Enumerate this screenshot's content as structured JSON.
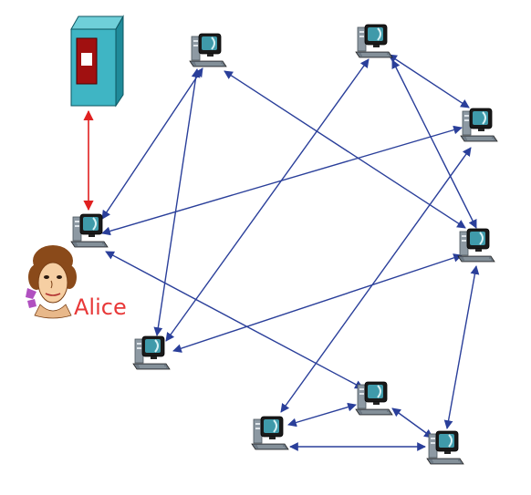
{
  "labels": {
    "alice": "Alice"
  },
  "colors": {
    "link": "#2a3f9a",
    "server_link": "#e02020",
    "alice_text": "#e83838",
    "server_face": "#3fb5c4",
    "server_side": "#1f8a99",
    "server_slot": "#a01010",
    "monitor": "#1a1a1a",
    "tower": "#8d99a3"
  },
  "nodes": [
    "peer-top-left",
    "peer-top-middle",
    "peer-right-upper",
    "peer-alice",
    "peer-right-middle",
    "peer-left-lower",
    "peer-bottom-center",
    "peer-bottom-left",
    "peer-bottom-right"
  ],
  "icons": [
    "server-icon",
    "computer-icon",
    "alice-icon"
  ]
}
